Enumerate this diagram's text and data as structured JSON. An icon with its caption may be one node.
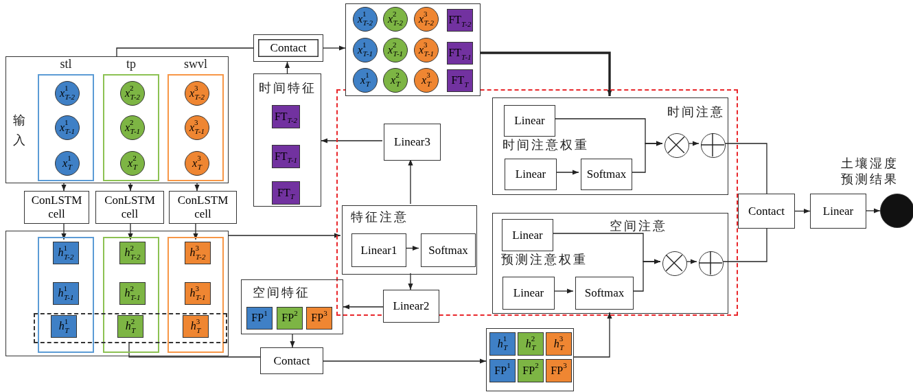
{
  "diagram": {
    "nodes": [
      {
        "text": [
          "输入"
        ]
      },
      {
        "text": [
          "stl"
        ],
        "in": 0
      },
      {
        "text": [
          "*x*$^{1}$$_{T-2}$"
        ],
        "in": 1
      },
      {
        "text": [
          "*x*$^{1}$$_{T-1}$"
        ],
        "in": 1
      },
      {
        "text": [
          "*x*$^{1}$$_{T}$"
        ],
        "in": 1
      },
      {
        "text": [
          "tp"
        ],
        "in": 0
      },
      {
        "text": [
          "*x*$^{2}$$_{T-2}$"
        ],
        "in": 5
      },
      {
        "text": [
          "*x*$^{2}$$_{T-1}$"
        ],
        "in": 5
      },
      {
        "text": [
          "*x*$^{2}$$_{T}$"
        ],
        "in": 5
      },
      {
        "text": [
          "swvl"
        ],
        "in": 0
      },
      {
        "text": [
          "*x*$^{3}$$_{T-2}$"
        ],
        "in": 9
      },
      {
        "text": [
          "*x*$^{3}$$_{T-1}$"
        ],
        "in": 9
      },
      {
        "text": [
          "*x*$^{3}$$_{T}$"
        ],
        "in": 9
      },
      {
        "text": [
          "ConLSTM cell"
        ]
      },
      {
        "text": [
          "ConLSTM cell"
        ]
      },
      {
        "text": [
          "ConLSTM cell"
        ]
      },
      {
        "text": [],
        "shape": "box"
      },
      {
        "text": [],
        "shape": "box",
        "in": 16
      },
      {
        "text": [
          "*h*$^{1}$$_{T-2}$"
        ],
        "in": 17
      },
      {
        "text": [
          "*h*$^{1}$$_{T-1}$"
        ],
        "in": 17
      },
      {
        "text": [
          "*h*$^{1}$$_{T}$"
        ]
      },
      {
        "text": [],
        "shape": "box",
        "in": 16
      },
      {
        "text": [
          "*h*$^{2}$$_{T-2}$"
        ],
        "in": 21
      },
      {
        "text": [
          "*h*$^{2}$$_{T-1}$"
        ],
        "in": 21
      },
      {
        "text": [
          "*h*$^{2}$$_{T}$"
        ]
      },
      {
        "text": [],
        "shape": "box",
        "in": 16
      },
      {
        "text": [
          "*h*$^{3}$$_{T-2}$"
        ],
        "in": 25
      },
      {
        "text": [
          "*h*$^{3}$$_{T-1}$"
        ],
        "in": 25
      },
      {
        "text": [
          "*h*$^{3}$$_{T}$"
        ]
      },
      {
        "text": [],
        "shape": "box",
        "in": 16
      },
      {
        "text": [
          "Contact"
        ]
      },
      {
        "text": [
          "时间特征"
        ]
      },
      {
        "text": [
          "FT$_{T-2}$"
        ],
        "in": 31
      },
      {
        "text": [
          "FT$_{T-1}$"
        ],
        "in": 31
      },
      {
        "text": [
          "FT$_{T}$"
        ],
        "in": 31
      },
      {
        "text": [],
        "shape": "box"
      },
      {
        "text": [
          "*x*$^{1}$$_{T-2}$"
        ],
        "in": 35
      },
      {
        "text": [
          "*x*$^{2}$$_{T-2}$"
        ],
        "in": 35
      },
      {
        "text": [
          "*x*$^{3}$$_{T-2}$"
        ],
        "in": 35
      },
      {
        "text": [
          "FT$_{T-2}$"
        ],
        "in": 35
      },
      {
        "text": [
          "*x*$^{1}$$_{T-1}$"
        ],
        "in": 35
      },
      {
        "text": [
          "*x*$^{2}$$_{T-1}$"
        ],
        "in": 35
      },
      {
        "text": [
          "*x*$^{3}$$_{T-1}$"
        ],
        "in": 35
      },
      {
        "text": [
          "FT$_{T-1}$"
        ],
        "in": 35
      },
      {
        "text": [
          "*x*$^{1}$$_{T}$"
        ],
        "in": 35
      },
      {
        "text": [
          "*x*$^{2}$$_{T}$"
        ],
        "in": 35
      },
      {
        "text": [
          "*x*$^{3}$$_{T}$"
        ],
        "in": 35
      },
      {
        "text": [
          "FT$_{T}$"
        ],
        "in": 35
      },
      {
        "text": [],
        "shape": "box"
      },
      {
        "text": [
          "Linear3"
        ],
        "in": 48
      },
      {
        "text": [
          "特征注意"
        ],
        "in": 48
      },
      {
        "text": [
          "Linear1"
        ],
        "in": 50
      },
      {
        "text": [
          "Softmax"
        ],
        "in": 50
      },
      {
        "text": [
          "Linear2"
        ]
      },
      {
        "text": [
          "空间特征"
        ]
      },
      {
        "text": [
          "FP$^{1}$"
        ],
        "in": 54
      },
      {
        "text": [
          "FP$^{2}$"
        ],
        "in": 54
      },
      {
        "text": [
          "FP$^{3}$"
        ],
        "in": 54
      },
      {
        "text": [
          "Contact"
        ]
      },
      {
        "text": [],
        "shape": "box"
      },
      {
        "text": [
          "*h*$^{1}$$_{T}$"
        ],
        "in": 59
      },
      {
        "text": [
          "*h*$^{2}$$_{T}$"
        ],
        "in": 59
      },
      {
        "text": [
          "*h*$^{3}$$_{T}$"
        ],
        "in": 59
      },
      {
        "text": [
          "FP$^{1}$"
        ],
        "in": 59
      },
      {
        "text": [
          "FP$^{2}$"
        ],
        "in": 59
      },
      {
        "text": [
          "FP$^{3}$"
        ],
        "in": 59
      },
      {
        "text": [
          "时间注意",
          "时间注意权重"
        ],
        "in": 48
      },
      {
        "text": [
          "Linear"
        ],
        "in": 66
      },
      {
        "text": [
          "Linear"
        ],
        "in": 66
      },
      {
        "text": [
          "Softmax"
        ],
        "in": 66
      },
      {
        "text": [],
        "shape": "circle",
        "in": 66
      },
      {
        "text": [],
        "shape": "circle",
        "in": 66
      },
      {
        "text": [
          "空间注意",
          "预测注意权重"
        ],
        "in": 48
      },
      {
        "text": [
          "Linear"
        ],
        "in": 72
      },
      {
        "text": [
          "Linear"
        ],
        "in": 72
      },
      {
        "text": [
          "Softmax"
        ],
        "in": 72
      },
      {
        "text": [],
        "shape": "circle",
        "in": 72
      },
      {
        "text": [],
        "shape": "circle",
        "in": 72
      },
      {
        "text": [
          "Contact"
        ]
      },
      {
        "text": [
          "Linear"
        ]
      },
      {
        "text": [],
        "shape": "circle",
        "beside": [
          "土壤湿度预测结果"
        ]
      }
    ],
    "edges": [
      {
        "from": 0,
        "to": 30,
        "arrow": "none"
      },
      {
        "from": 31,
        "to": 30,
        "arrow": "to"
      },
      {
        "from": 30,
        "to": 35,
        "arrow": "to"
      },
      {
        "from": 35,
        "to": 66,
        "arrow": "to",
        "style": "thick"
      },
      {
        "from": 0,
        "to": 13,
        "arrow": "to"
      },
      {
        "from": 0,
        "to": 14,
        "arrow": "to"
      },
      {
        "from": 0,
        "to": 15,
        "arrow": "to"
      },
      {
        "from": 13,
        "to": 18,
        "arrow": "to"
      },
      {
        "from": 14,
        "to": 22,
        "arrow": "to"
      },
      {
        "from": 15,
        "to": 26,
        "arrow": "to"
      },
      {
        "from": 16,
        "to": 50,
        "arrow": "to"
      },
      {
        "from": 50,
        "to": 49,
        "arrow": "to"
      },
      {
        "from": 49,
        "to": 31,
        "arrow": "to"
      },
      {
        "from": 51,
        "to": 52,
        "arrow": "to"
      },
      {
        "from": 50,
        "to": 53,
        "arrow": "to"
      },
      {
        "from": 53,
        "to": 54,
        "arrow": "to"
      },
      {
        "from": 54,
        "to": 58,
        "arrow": "to"
      },
      {
        "from": 29,
        "to": 58,
        "arrow": "none"
      },
      {
        "from": 58,
        "to": 59,
        "arrow": "to"
      },
      {
        "from": 59,
        "to": 72,
        "arrow": "to"
      },
      {
        "from": 67,
        "to": 70,
        "arrow": "to"
      },
      {
        "from": 69,
        "to": 70,
        "arrow": "to"
      },
      {
        "from": 68,
        "to": 69,
        "arrow": "to"
      },
      {
        "from": 70,
        "to": 71,
        "arrow": "to"
      },
      {
        "from": 71,
        "to": 78,
        "arrow": "none"
      },
      {
        "from": 73,
        "to": 76,
        "arrow": "to"
      },
      {
        "from": 75,
        "to": 76,
        "arrow": "to"
      },
      {
        "from": 74,
        "to": 75,
        "arrow": "to"
      },
      {
        "from": 76,
        "to": 77,
        "arrow": "to"
      },
      {
        "from": 77,
        "to": 78,
        "arrow": "none"
      },
      {
        "from": 78,
        "to": 79,
        "arrow": "to"
      },
      {
        "from": 79,
        "to": 80,
        "arrow": "to"
      }
    ]
  }
}
